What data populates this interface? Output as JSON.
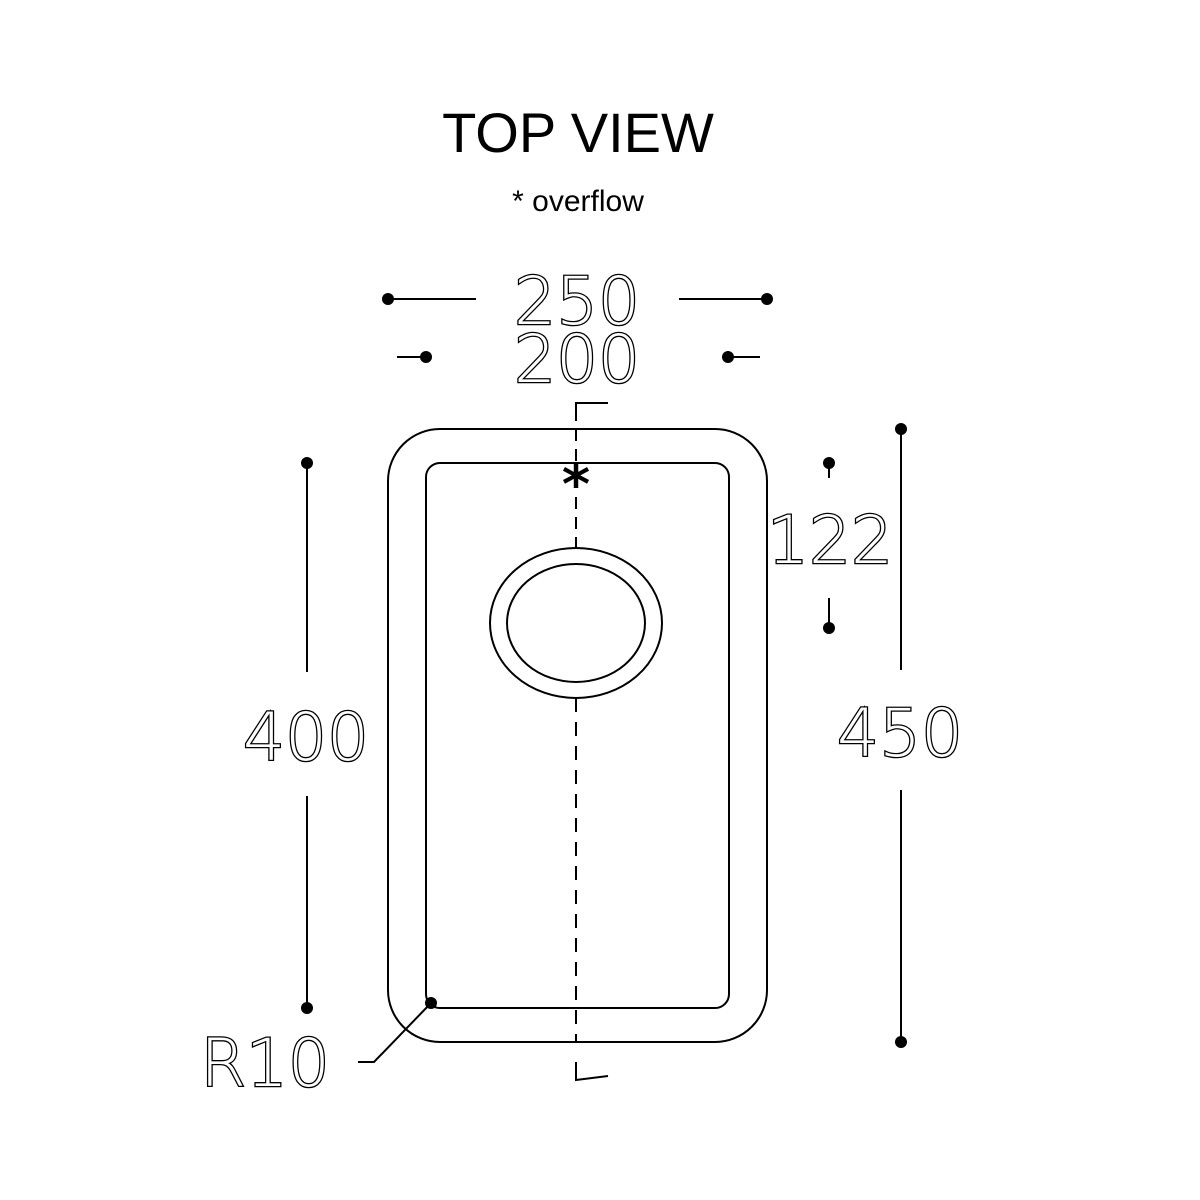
{
  "drawing": {
    "title": "TOP VIEW",
    "note": "* overflow",
    "overflow_marker": "*",
    "dimensions": {
      "outer_width": "250",
      "inner_width": "200",
      "inner_length": "400",
      "outer_length": "450",
      "drain_offset": "122",
      "corner_radius": "R10"
    },
    "colors": {
      "line": "#000000",
      "background": "#ffffff"
    }
  }
}
